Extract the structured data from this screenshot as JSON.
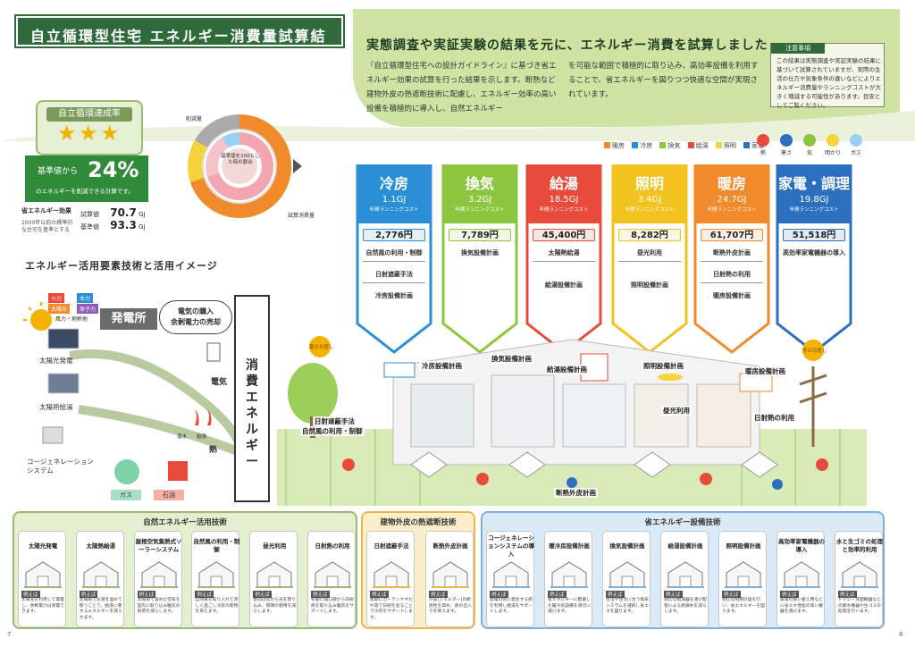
{
  "title": "自立循環型住宅 エネルギー消費量試算結果",
  "hero": {
    "heading": "実態調査や実証実験の結果を元に、エネルギー消費を試算しました",
    "para1": "『自立循環型住宅への設計ガイドライン』に基づき省エネルギー効果の試算を行った結果を示します。断熱など建物外皮の熱遮断技術に配慮し、エネルギー効率の高い設備を積極的に導入し、自然エネルギー",
    "para2": "を可能な範囲で積極的に取り込み、高効率設備を利用することで、省エネルギーを図りつつ快適な空間が実現されています。"
  },
  "notice": {
    "title": "注意事項",
    "body": "この結果は実態調査や実証実験の結果に基づいて試算されていますが、実際の生活の仕方や気象条件の違いなどによりエネルギー消費量やランニングコストが大きく増減する可能性があります。目安としてご覧ください。"
  },
  "rating": {
    "label": "自立循環達成率",
    "stars": [
      "★",
      "★",
      "★"
    ],
    "base_prefix": "基準値から",
    "percent": "24%",
    "base_note": "のエネルギーを削減できる計算です。",
    "eff_label": "省エネルギー効果",
    "eff_note": "2000年以前の標準的な住宅を基準とする",
    "trial_label": "試算値",
    "trial_value": "70.7",
    "trial_unit": "GJ",
    "base_label": "基準値",
    "base_value": "93.3",
    "base_unit": "GJ"
  },
  "donut": {
    "center_text": "基準値を100とした時の割合",
    "label_outer": "削減量",
    "label_inner": "試算消費量"
  },
  "legend": [
    {
      "label": "暖房",
      "color": "#f08a2b"
    },
    {
      "label": "冷房",
      "color": "#2a8fd6"
    },
    {
      "label": "換気",
      "color": "#8cc63f"
    },
    {
      "label": "給湯",
      "color": "#e84a3c"
    },
    {
      "label": "照明",
      "color": "#f5d33b"
    },
    {
      "label": "家電",
      "color": "#2d6fbf"
    }
  ],
  "characters": [
    "熱",
    "寒さ",
    "気",
    "明かり",
    "ガス"
  ],
  "categories": [
    {
      "name": "冷房",
      "gj": "1.1GJ",
      "sub": "年間ランニングコスト",
      "cost": "2,776円",
      "color": "#2a8fd6",
      "items": [
        "自然風の利用・制御",
        "日射遮蔽手法",
        "冷房設備計画"
      ]
    },
    {
      "name": "換気",
      "gj": "3.2GJ",
      "sub": "年間ランニングコスト",
      "cost": "7,789円",
      "color": "#8cc63f",
      "items": [
        "換気設備計画"
      ]
    },
    {
      "name": "給湯",
      "gj": "18.5GJ",
      "sub": "年間ランニングコスト",
      "cost": "45,400円",
      "color": "#e84a3c",
      "items": [
        "太陽熱給湯",
        "給湯設備計画"
      ]
    },
    {
      "name": "照明",
      "gj": "3.4GJ",
      "sub": "年間ランニングコスト",
      "cost": "8,282円",
      "color": "#f2c21f",
      "items": [
        "昼光利用",
        "照明設備計画"
      ]
    },
    {
      "name": "暖房",
      "gj": "24.7GJ",
      "sub": "年間ランニングコスト",
      "cost": "61,707円",
      "color": "#f08a2b",
      "items": [
        "断熱外皮計画",
        "日射熱の利用",
        "暖房設備計画"
      ]
    },
    {
      "name": "家電・調理",
      "gj": "19.8GJ",
      "sub": "年間ランニングコスト",
      "cost": "51,518円",
      "color": "#2d6fbf",
      "items": [
        "高効率家電機器の導入"
      ]
    }
  ],
  "flow": {
    "section_title": "エネルギー活用要素技術と活用イメージ",
    "plant": "発電所",
    "balloon": "電気の購入\n余剰電力の売却",
    "tags": [
      "火力",
      "水力",
      "太陽光",
      "原子力",
      "風力・地熱他"
    ],
    "sources": [
      "太陽光発電",
      "太陽熱給湯",
      "コージェネレーションシステム"
    ],
    "fuels": [
      "ガス",
      "石油"
    ],
    "mid_labels": [
      "電気",
      "熱"
    ],
    "small_tags": [
      "温水",
      "給湯"
    ],
    "energy_col": "消費エネルギー"
  },
  "scene": {
    "labels": [
      "冷房設備計画",
      "換気設備計画",
      "給湯設備計画",
      "照明設備計画",
      "暖房設備計画",
      "日射遮蔽手法",
      "自然風の利用・制御",
      "昼光利用",
      "日射熱の利用",
      "断熱外皮計画"
    ],
    "sun_left": "夏の日差し",
    "sun_right": "冬の日差し"
  },
  "panels": [
    {
      "title": "自然エネルギー活用技術",
      "bg": "#e3efcf",
      "border": "#9bbb74",
      "cards": [
        {
          "title": "太陽光発電",
          "desc": "太陽光を利用して発電し、余剰電力は売電できます。"
        },
        {
          "title": "太陽熱給湯",
          "desc": "太陽熱でお湯を温めて使うことで、給湯に要するエネルギーを減らせます。"
        },
        {
          "title": "屋根空気集熱式ソーラーシステム",
          "desc": "太陽熱で温めた空気を室内に取り込み暖房の負荷を減らします。"
        },
        {
          "title": "自然風の利用・制御",
          "desc": "自然風を取り入れて涼しく過ごし冷房の使用を抑えます。"
        },
        {
          "title": "昼光利用",
          "desc": "昼間は窓から光を取り込み、照明の使用を減らします。"
        },
        {
          "title": "日射熱の利用",
          "desc": "冬期に開口部から日射熱を取り込み暖房をサポートします。"
        }
      ]
    },
    {
      "title": "建物外皮の熱遮断技術",
      "bg": "#fbeecb",
      "border": "#e8b94a",
      "cards": [
        {
          "title": "日射遮蔽手法",
          "desc": "夏期にカーテンやすだれ等で日射を遮ることで冷房をサポートします。"
        },
        {
          "title": "断熱外皮計画",
          "desc": "外皮(シェルター)の断熱性を高め、熱の出入りを抑えます。"
        }
      ]
    },
    {
      "title": "省エネルギー設備技術",
      "bg": "#dbeaf7",
      "border": "#7fb0dc",
      "cards": [
        {
          "title": "コージェネレーションシステムの導入",
          "desc": "発電の際に発生する熱を利用し給湯をサポートします。"
        },
        {
          "title": "暖冷房設備計画",
          "desc": "省エネルギーに配慮した暖冷房設備を適切に選びます。"
        },
        {
          "title": "換気設備計画",
          "desc": "生活や住宅に合う換気システムを選択し省エネを図ります。"
        },
        {
          "title": "給湯設備計画",
          "desc": "適切な給湯器を選び配管による熱損失を減らします。"
        },
        {
          "title": "照明設備計画",
          "desc": "適切な照明計画を行い、省エネルギーを図ります。"
        },
        {
          "title": "高効率家電機器の導入",
          "desc": "家電の買い替え時などに省エネ性能の高い機器を選びます。"
        },
        {
          "title": "水と生ゴミの処理と効率的利用",
          "desc": "トイレ・洗面機器などの節水機器や生ゴミの処理を行います。"
        }
      ]
    }
  ],
  "pages": [
    "7",
    "8"
  ]
}
